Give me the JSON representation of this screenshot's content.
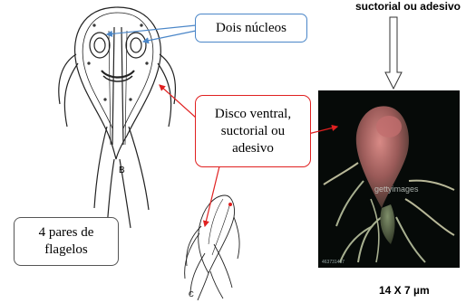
{
  "labels": {
    "top_caption": "suctorial ou adesivo",
    "nuclei": "Dois núcleos",
    "disc_line1": "Disco ventral,",
    "disc_line2": "suctorial ou",
    "disc_line3": "adesivo",
    "flagella_line1": "4 pares de",
    "flagella_line2": "flagelos",
    "size": "14 X 7 µm",
    "figure_b": "B",
    "figure_c": "C"
  },
  "photo": {
    "watermark": "gettyimages",
    "credit": "463731457"
  },
  "colors": {
    "nuclei_border": "#4a86c8",
    "disc_border": "#e02020",
    "flagella_border": "#555555",
    "photo_bg": "#060a08"
  }
}
